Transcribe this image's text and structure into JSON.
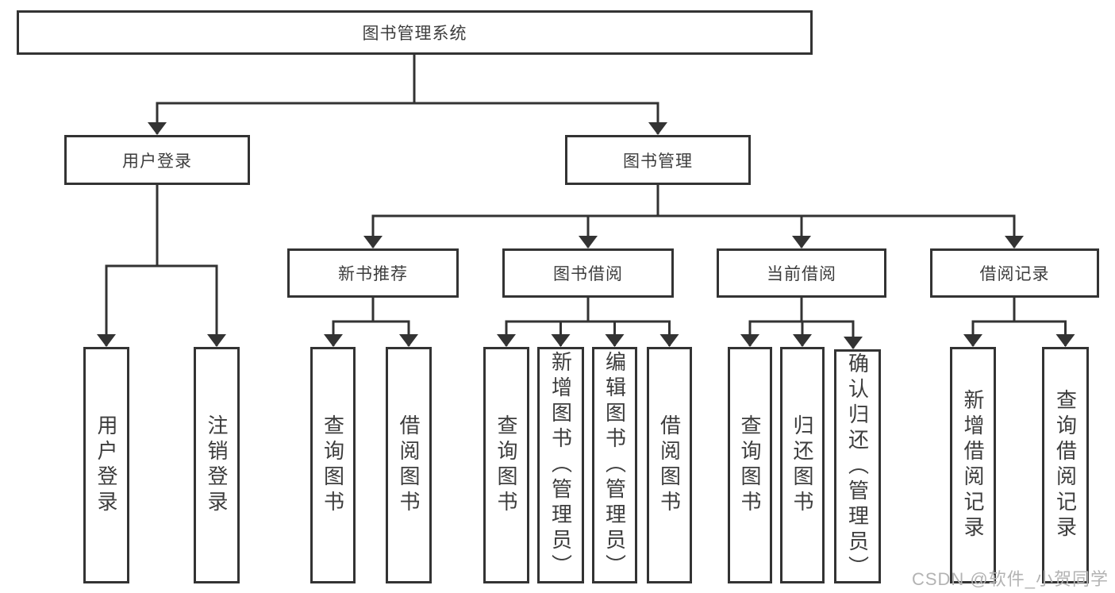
{
  "diagram": {
    "root": "图书管理系统",
    "level2": [
      "用户登录",
      "图书管理"
    ],
    "level3": [
      "新书推荐",
      "图书借阅",
      "当前借阅",
      "借阅记录"
    ],
    "leaves": {
      "login_children": [
        "用户登录",
        "注销登录"
      ],
      "recommend_children": [
        "查询图书",
        "借阅图书"
      ],
      "borrow_children": [
        "查询图书",
        "新增图书（管理员）",
        "编辑图书（管理员）",
        "借阅图书"
      ],
      "current_children": [
        "查询图书",
        "归还图书",
        "确认归还（管理员）"
      ],
      "record_children": [
        "新增借阅记录",
        "查询借阅记录"
      ]
    }
  },
  "watermark": {
    "text": "CSDN @软件_小贺同学"
  },
  "colors": {
    "line": "#333333",
    "box_border": "#333333",
    "box_fill": "#ffffff",
    "text": "#3d3d3d",
    "watermark": "#b3b3b3",
    "background": "#ffffff"
  }
}
